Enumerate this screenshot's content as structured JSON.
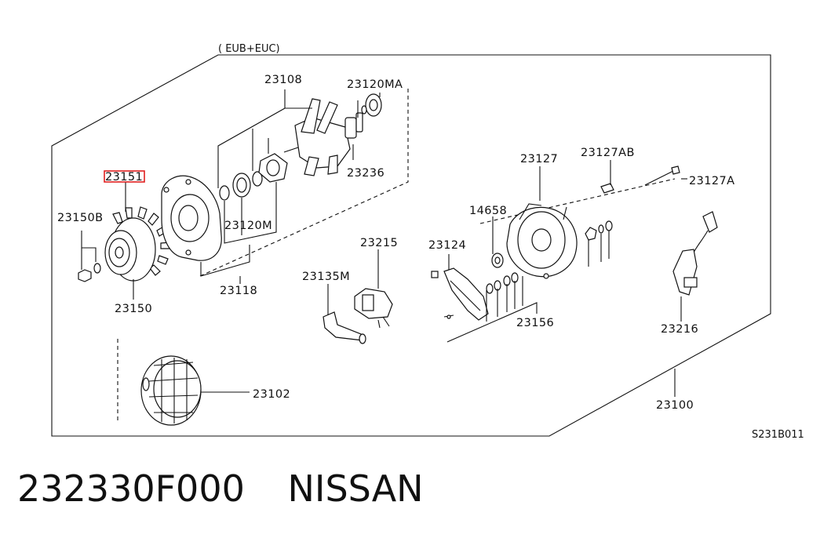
{
  "diagram": {
    "variant_note": "( EUB+EUC)",
    "drawing_code": "S231B011",
    "highlight_color": "#e02020",
    "labels": {
      "p23108": "23108",
      "p23120MA": "23120MA",
      "p23151": "23151",
      "p23150B": "23150B",
      "p23120M": "23120M",
      "p23236": "23236",
      "p23118": "23118",
      "p23150": "23150",
      "p23215": "23215",
      "p23135M": "23135M",
      "p23127": "23127",
      "p23127AB": "23127AB",
      "p23127A": "23127A",
      "p14658": "14658",
      "p23124": "23124",
      "p23156": "23156",
      "p23216": "23216",
      "p23102": "23102",
      "p23100": "23100"
    }
  },
  "footer": {
    "part_number": "232330F000",
    "brand": "NISSAN"
  }
}
